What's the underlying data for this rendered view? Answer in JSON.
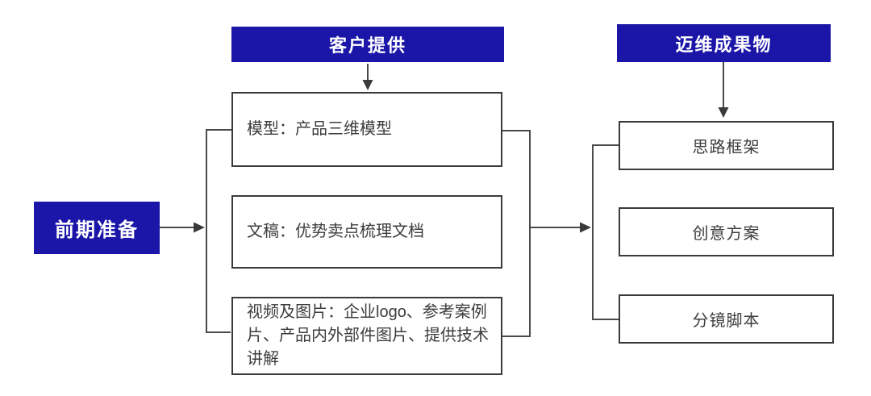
{
  "diagram": {
    "title_hint": "production preparation flowchart",
    "colors": {
      "accent_blue": "#1b16a8",
      "connector_line": "#4a4a4a",
      "box_border": "#3a3a3a",
      "box_text": "#3d3d3d",
      "background": "#ffffff"
    },
    "left_node": {
      "label": "前期准备"
    },
    "middle_column": {
      "header": "客户提供",
      "items": [
        {
          "label": "模型：产品三维模型"
        },
        {
          "label": "文稿：优势卖点梳理文档"
        },
        {
          "label": "视频及图片：企业logo、参考案例片、产品内外部件图片、提供技术讲解"
        }
      ]
    },
    "right_column": {
      "header": "迈维成果物",
      "items": [
        {
          "label": "思路框架"
        },
        {
          "label": "创意方案"
        },
        {
          "label": "分镜脚本"
        }
      ]
    },
    "edges": [
      {
        "from": "前期准备",
        "to": "客户提供 items",
        "type": "arrow-into-bracket"
      },
      {
        "from": "客户提供",
        "to": "模型：产品三维模型",
        "type": "arrow-down"
      },
      {
        "from": "客户提供 items",
        "to": "迈维成果物 items",
        "type": "arrow-into-bracket"
      },
      {
        "from": "迈维成果物",
        "to": "思路框架",
        "type": "arrow-down"
      }
    ]
  }
}
